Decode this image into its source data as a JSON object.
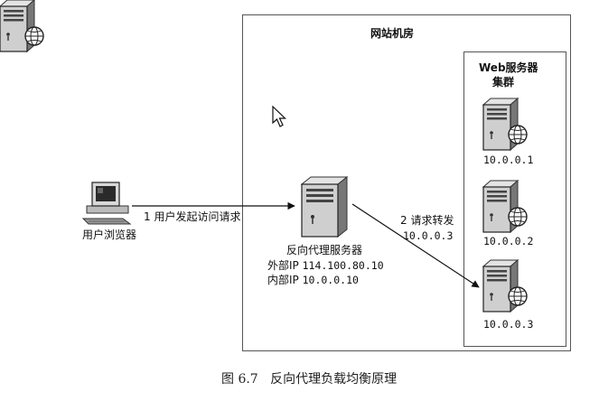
{
  "datacenter": {
    "title": "网站机房"
  },
  "cluster": {
    "title_line1": "Web服务器",
    "title_line2": "集群"
  },
  "client": {
    "label": "用户浏览器"
  },
  "proxy": {
    "name": "反向代理服务器",
    "external_ip_label": "外部IP",
    "external_ip": "114.100.80.10",
    "internal_ip_label": "内部IP",
    "internal_ip": "10.0.0.10"
  },
  "servers": [
    {
      "ip": "10.0.0.1"
    },
    {
      "ip": "10.0.0.2"
    },
    {
      "ip": "10.0.0.3"
    }
  ],
  "arrows": {
    "request": "1 用户发起访问请求",
    "forward_label": "2 请求转发",
    "forward_ip": "10.0.0.3"
  },
  "caption": {
    "figure_no": "图 6.7",
    "text": "反向代理负载均衡原理"
  },
  "icons": [
    "desktop-computer-icon",
    "server-tower-icon",
    "network-globe-icon",
    "mouse-pointer-icon"
  ]
}
